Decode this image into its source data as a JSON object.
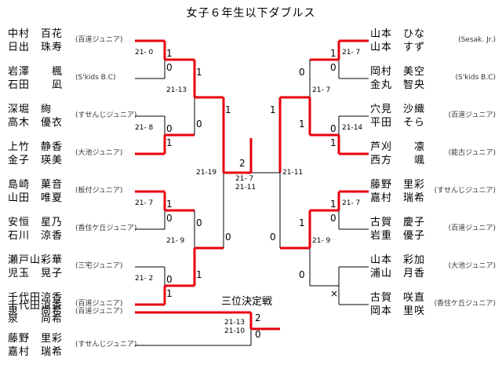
{
  "title": "女子６年生以下ダブルス",
  "left_pairs": [
    {
      "p1": "中村　百花",
      "p2": "日出　珠寿",
      "club": "(百道ジュニア)"
    },
    {
      "p1": "岩澤　　楓",
      "p2": "石田　　凪",
      "club": "(S'kids B.C)"
    },
    {
      "p1": "深堀　絢",
      "p2": "高木　優衣",
      "club": "(すせんじジュニア)"
    },
    {
      "p1": "上竹　静香",
      "p2": "金子　瑛美",
      "club": "(大池ジュニア)"
    },
    {
      "p1": "島崎　菓音",
      "p2": "山田　唯夏",
      "club": "(板付ジュニア)"
    },
    {
      "p1": "安恒　星乃",
      "p2": "石川　涼香",
      "club": "(香住ケ丘ジュニア)"
    },
    {
      "p1": "瀬戸山彩華",
      "p2": "児玉　晃子",
      "club": "(三宅ジュニア)"
    },
    {
      "p1": "千代田涼香",
      "p2": "泉　　尚希",
      "club": "(百道ジュニア)"
    }
  ],
  "right_pairs": [
    {
      "p1": "山本　ひな",
      "p2": "山本　すず",
      "club": "(Sesak. Jr.)"
    },
    {
      "p1": "岡村　美空",
      "p2": "金丸　智央",
      "club": "(S'kids B.C)"
    },
    {
      "p1": "穴見　沙織",
      "p2": "平田　そら",
      "club": "(百道ジュニア)"
    },
    {
      "p1": "芦刈　　凛",
      "p2": "西方　　颯",
      "club": "(能古ジュニア)"
    },
    {
      "p1": "藤野　里彩",
      "p2": "嘉村　瑞希",
      "club": "(すせんじジュニア)"
    },
    {
      "p1": "古賀　慶子",
      "p2": "岩重　優子",
      "club": "(百道ジュニア)"
    },
    {
      "p1": "山本　彩加",
      "p2": "浦山　月香",
      "club": "(大池ジュニア)"
    },
    {
      "p1": "古賀　咲直",
      "p2": "岡本　里咲",
      "club": "(香住ケ丘ジュニア)"
    }
  ],
  "third_place": {
    "label": "三位決定戦",
    "pairs": [
      {
        "p1": "千代田涼香",
        "p2": "泉　　尚希",
        "club": "(百道ジュニア)"
      },
      {
        "p1": "藤野　里彩",
        "p2": "嘉村　瑞希",
        "club": "(すせんじジュニア)"
      }
    ],
    "scores": [
      "21-13",
      "21-10"
    ],
    "results": [
      "2",
      "0"
    ]
  },
  "left_r1": [
    {
      "score": "21- 0",
      "top": "1",
      "bottom": "0"
    },
    {
      "score": "21- 8",
      "top": "0",
      "bottom": "1"
    },
    {
      "score": "21- 7",
      "top": "1",
      "bottom": "0"
    },
    {
      "score": "21- 2",
      "top": "0",
      "bottom": "1"
    }
  ],
  "left_r2": [
    {
      "score": "21-13",
      "top": "1",
      "bottom": "0"
    },
    {
      "score": "21- 9",
      "top": "0",
      "bottom": "1"
    }
  ],
  "left_sf": {
    "score": "21-19",
    "top": "1",
    "bottom": "0"
  },
  "right_r1": [
    {
      "score": "21- 7",
      "top": "1",
      "bottom": "0"
    },
    {
      "score": "21-14",
      "top": "0",
      "bottom": "1"
    },
    {
      "score": "21- 7",
      "top": "1",
      "bottom": "0"
    },
    {
      "score": "",
      "top": "",
      "bottom": "×"
    }
  ],
  "right_r2": [
    {
      "score": "21- 7",
      "top": "0",
      "bottom": "1"
    },
    {
      "score": "21- 9",
      "top": "1",
      "bottom": "0"
    }
  ],
  "right_sf": {
    "score": "21-11",
    "top": "1",
    "bottom": "0"
  },
  "final": {
    "result": "2",
    "scores": [
      "21- 7",
      "21-11"
    ]
  },
  "colors": {
    "win": "#e8000e",
    "line": "#000000"
  }
}
